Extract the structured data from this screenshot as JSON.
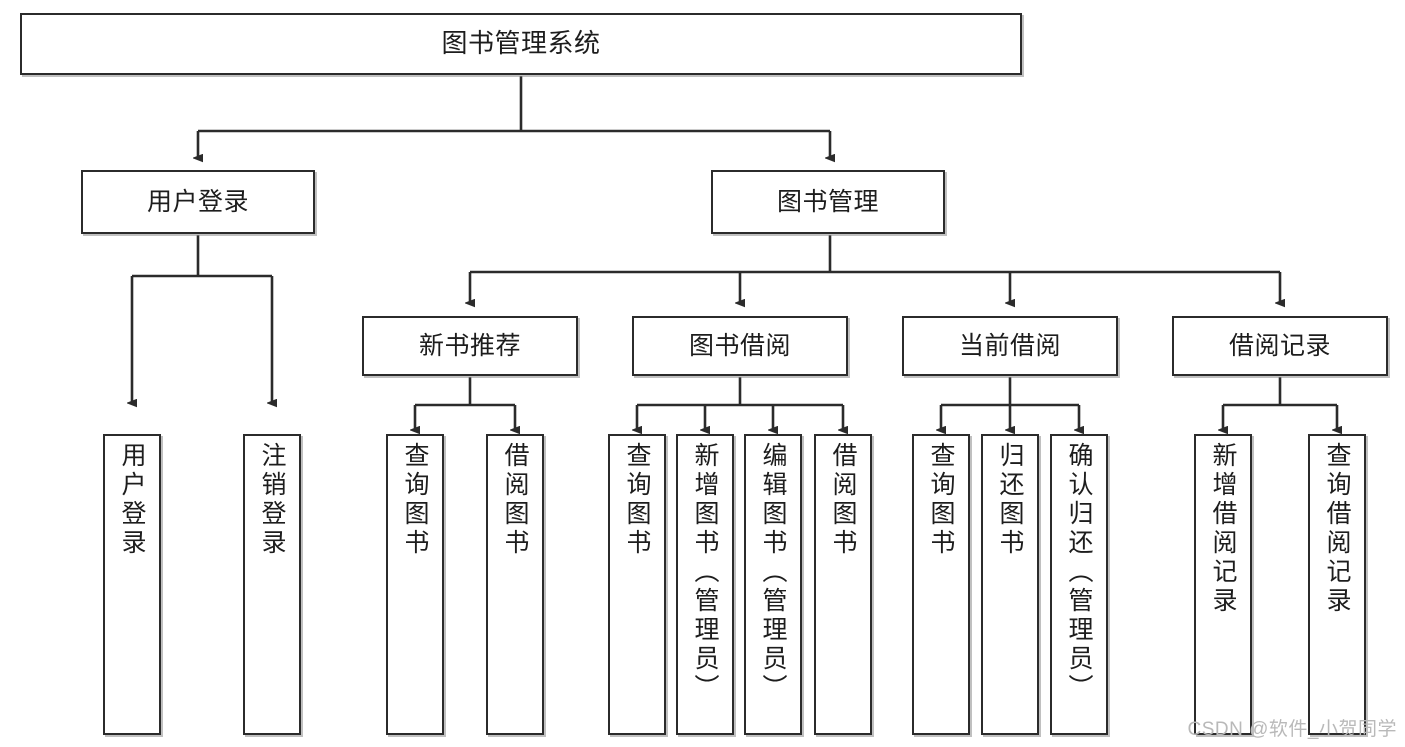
{
  "diagram": {
    "title": "图书管理系统",
    "type": "tree",
    "colors": {
      "border": "#2b2b2b",
      "fill": "#ffffff",
      "text": "#1d1d1d",
      "edge": "#2b2b2b",
      "watermark": "#b9b9b9"
    },
    "root": {
      "label": "图书管理系统"
    },
    "level2": [
      {
        "label": "用户登录"
      },
      {
        "label": "图书管理"
      }
    ],
    "level3": [
      {
        "label": "新书推荐"
      },
      {
        "label": "图书借阅"
      },
      {
        "label": "当前借阅"
      },
      {
        "label": "借阅记录"
      }
    ],
    "leaves": {
      "user_login": [
        {
          "label": "用户登录"
        },
        {
          "label": "注销登录"
        }
      ],
      "new_book": [
        {
          "label": "查询图书"
        },
        {
          "label": "借阅图书"
        }
      ],
      "book_borrow": [
        {
          "label": "查询图书"
        },
        {
          "label": "新增图书（管理员）"
        },
        {
          "label": "编辑图书（管理员）"
        },
        {
          "label": "借阅图书"
        }
      ],
      "current_borrow": [
        {
          "label": "查询图书"
        },
        {
          "label": "归还图书"
        },
        {
          "label": "确认归还（管理员）"
        }
      ],
      "borrow_record": [
        {
          "label": "新增借阅记录"
        },
        {
          "label": "查询借阅记录"
        }
      ]
    },
    "watermark": "CSDN @软件_小贺同学"
  }
}
